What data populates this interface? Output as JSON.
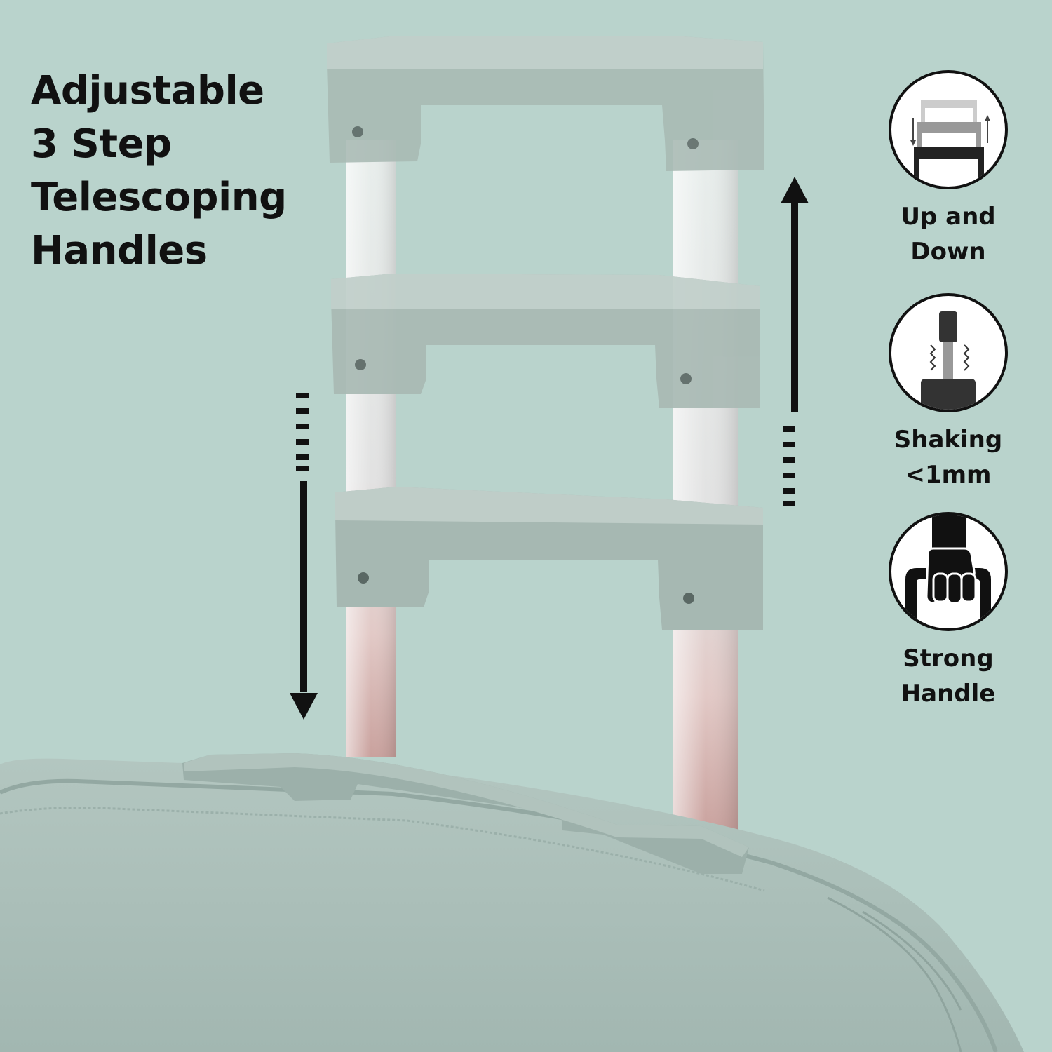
{
  "headline": {
    "line1": "Adjustable",
    "line2": "3 Step",
    "line3": "Telescoping",
    "line4": "Handles"
  },
  "features": [
    {
      "icon": "up-down-handle-icon",
      "line1": "Up and",
      "line2": "Down"
    },
    {
      "icon": "shaking-spring-icon",
      "line1": "Shaking",
      "line2": "<1mm"
    },
    {
      "icon": "hand-grip-icon",
      "line1": "Strong",
      "line2": "Handle"
    }
  ],
  "colors": {
    "background": "#b9d3cc",
    "handle": "#a4b6b0",
    "suitcase": "#a9beb8",
    "text": "#111111"
  }
}
